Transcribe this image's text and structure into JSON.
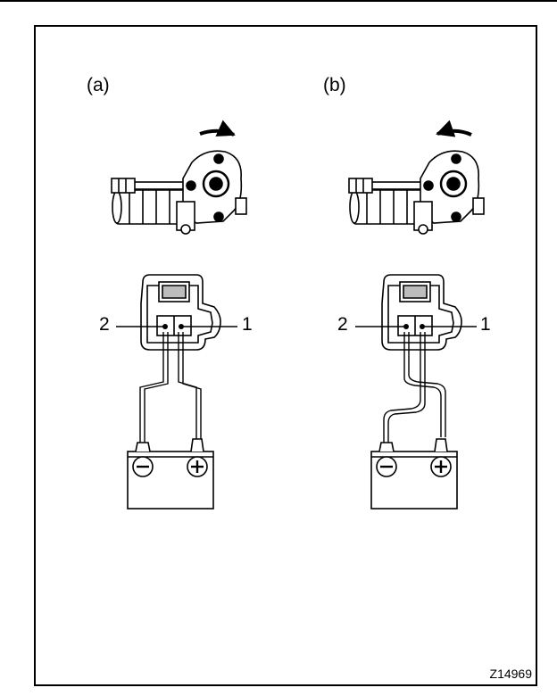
{
  "figure_id": "Z14969",
  "panels": [
    {
      "label": "(a)",
      "pin_left": "2",
      "pin_right": "1",
      "neg_terminal": "⊖",
      "pos_terminal": "⊕"
    },
    {
      "label": "(b)",
      "pin_left": "2",
      "pin_right": "1",
      "neg_terminal": "⊖",
      "pos_terminal": "⊕"
    }
  ],
  "colors": {
    "ink": "#000000",
    "paper": "#ffffff",
    "shade": "#bdbdbd"
  }
}
